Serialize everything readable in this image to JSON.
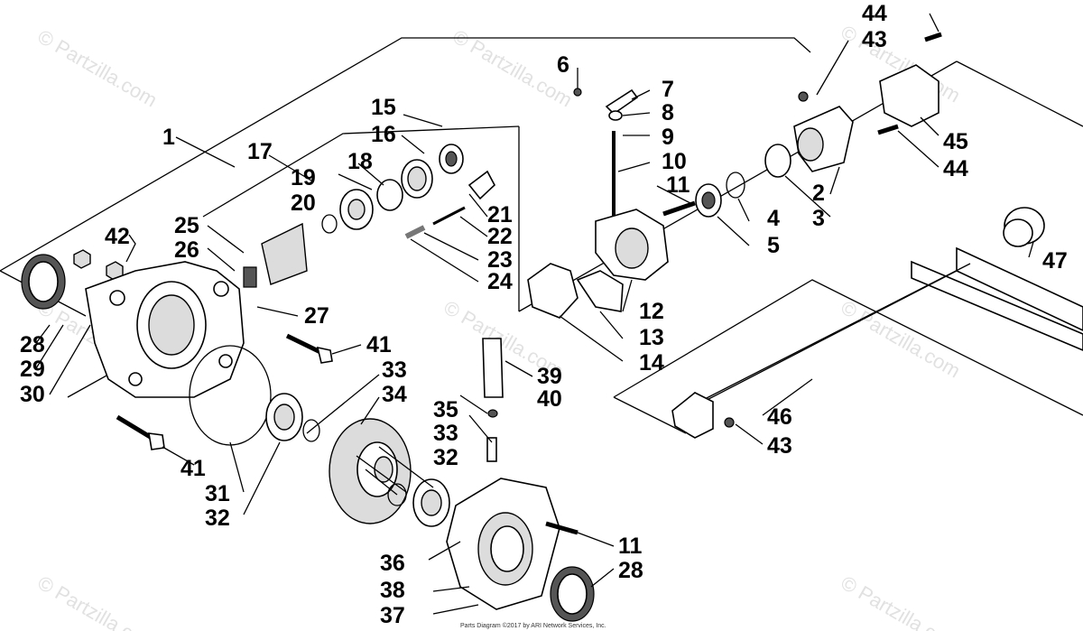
{
  "watermark": "© Partzilla.com",
  "copyright": "Parts Diagram ©2017 by ARI Network Services, Inc.",
  "labels": {
    "l1": "1",
    "l2": "2",
    "l3": "3",
    "l4": "4",
    "l5": "5",
    "l6": "6",
    "l7": "7",
    "l8": "8",
    "l9": "9",
    "l10": "10",
    "l11a": "11",
    "l11b": "11",
    "l12": "12",
    "l13": "13",
    "l14": "14",
    "l15": "15",
    "l16": "16",
    "l17": "17",
    "l18": "18",
    "l19": "19",
    "l20": "20",
    "l21": "21",
    "l22": "22",
    "l23": "23",
    "l24": "24",
    "l25": "25",
    "l26": "26",
    "l27": "27",
    "l28a": "28",
    "l28b": "28",
    "l29": "29",
    "l30": "30",
    "l31": "31",
    "l32a": "32",
    "l32b": "32",
    "l33a": "33",
    "l33b": "33",
    "l34": "34",
    "l35": "35",
    "l36": "36",
    "l37": "37",
    "l38": "38",
    "l39": "39",
    "l40": "40",
    "l41a": "41",
    "l41b": "41",
    "l42": "42",
    "l43a": "43",
    "l43b": "43",
    "l44a": "44",
    "l44b": "44",
    "l45": "45",
    "l46": "46",
    "l47": "47"
  }
}
